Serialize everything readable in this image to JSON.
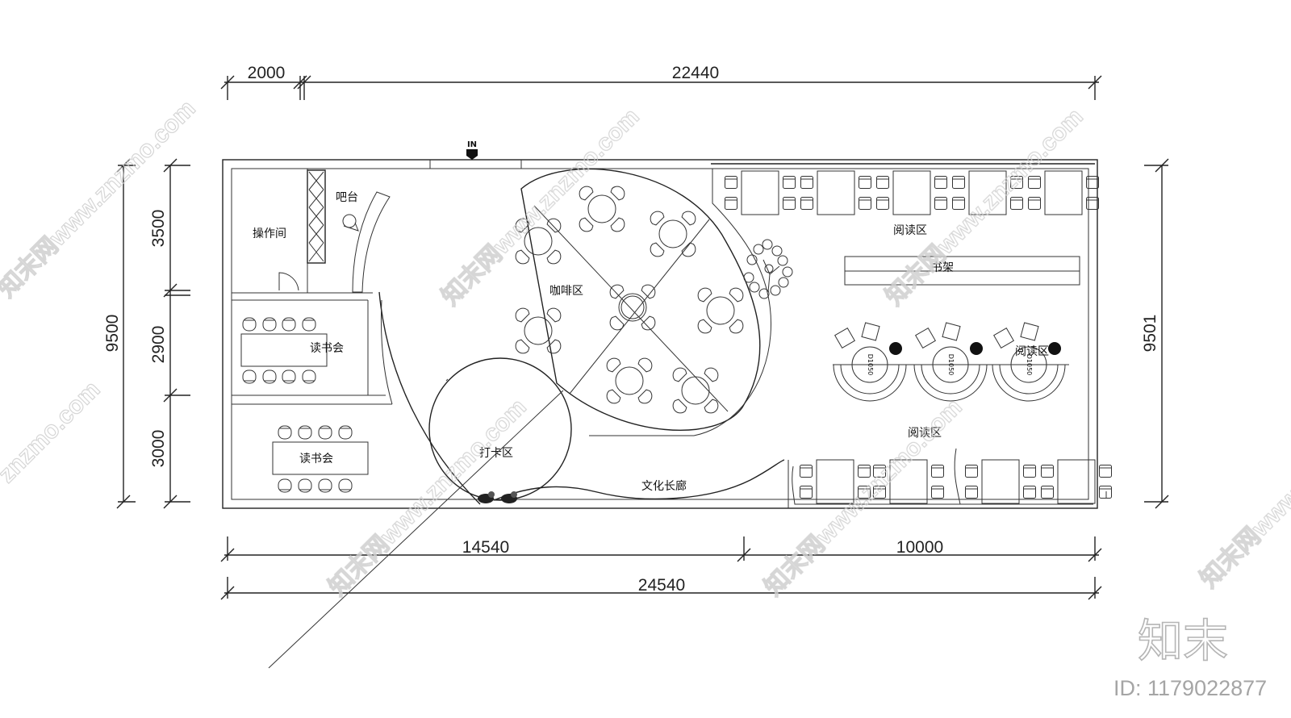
{
  "dimensions": {
    "top_left": "2000",
    "top_right": "22440",
    "left_total": "9500",
    "left_upper": "3500",
    "left_middle": "2900",
    "left_lower": "3000",
    "right_total": "9501",
    "bottom_left": "14540",
    "bottom_right": "10000",
    "bottom_total": "24540"
  },
  "zones": {
    "operation_room": "操作间",
    "bar_counter": "吧台",
    "cafe": "咖啡区",
    "book_club_upper": "读书会",
    "book_club_lower": "读书会",
    "checkin": "打卡区",
    "culture_corridor": "文化长廊",
    "reading_top": "阅读区",
    "bookshelf": "书架",
    "reading_right": "阅读区",
    "reading_bottom": "阅读区"
  },
  "table_tags": [
    "D1050",
    "D1050",
    "D1050"
  ],
  "entrance_mark": "IN",
  "watermarks": [
    "知末网www.znzmo.com",
    "znzmo.com"
  ],
  "brand": "知末",
  "image_id": "ID: 1179022877"
}
